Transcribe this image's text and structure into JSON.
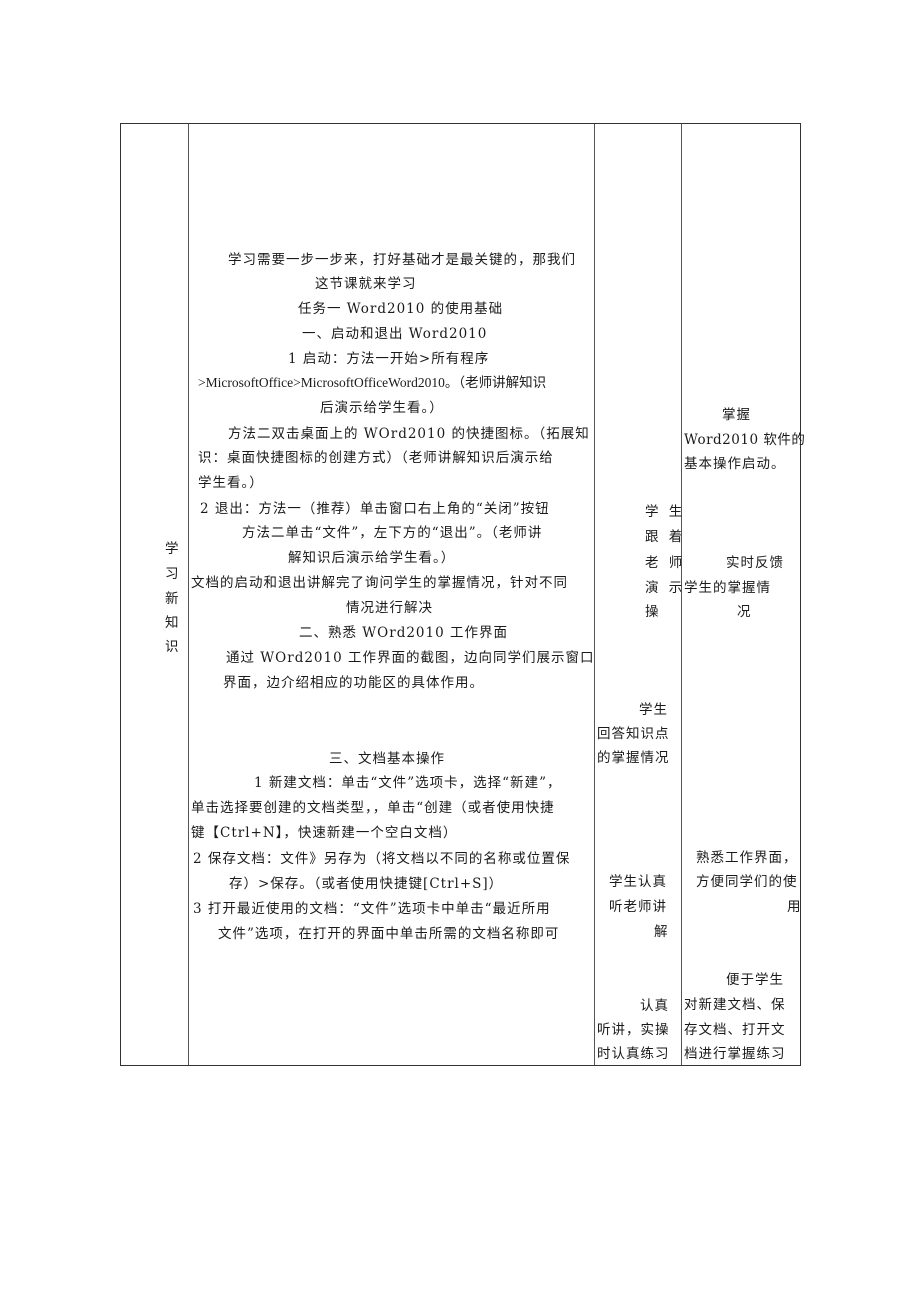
{
  "table": {
    "column1": {
      "label_chars": [
        "学",
        "习",
        "新",
        "知",
        "识"
      ]
    },
    "column2": {
      "lines": [
        "学习需要一步一步来，打好基础才是最关键的，那我们",
        "这节课就来学习",
        "任务一 Word2010 的使用基础",
        "一、启动和退出 Word2010",
        "1 启动：方法一开始>所有程序",
        ">MicrosoftOffice>MicrosoftOfficeWord2010。（老师讲解知识",
        "后演示给学生看。）",
        "方法二双击桌面上的 WOrd2010 的快捷图标。（拓展知",
        "识：桌面快捷图标的创建方式）（老师讲解知识后演示给",
        "学生看。）",
        "2 退出：方法一（推荐）单击窗口右上角的“关闭”按钮",
        "方法二单击“文件”，左下方的“退出”。（老师讲",
        "解知识后演示给学生看。）",
        "文档的启动和退出讲解完了询问学生的掌握情况，针对不同",
        "情况进行解决",
        "二、熟悉 WOrd2010 工作界面",
        "通过 WOrd2010 工作界面的截图，边向同学们展示窗口",
        "界面，边介绍相应的功能区的具体作用。",
        "三、文档基本操作",
        "1 新建文档：单击“文件”选项卡，选择“新建”，",
        "单击选择要创建的文档类型，，单击“创建（或者使用快捷",
        "键【Ctrl+N】，快速新建一个空白文档）",
        "2 保存文档：文件》另存为（将文档以不同的名称或位置保",
        "存）>保存。（或者使用快捷键[Ctrl+S]）",
        "3 打开最近使用的文档：“文件”选项卡中单击“最近所用",
        "文件”选项，在打开的界面中单击所需的文档名称即可"
      ]
    },
    "column3": {
      "blocks": [
        [
          "学 生",
          "跟 着",
          "老 师",
          "演 示",
          "操"
        ],
        [
          "学生",
          "回答知识点",
          "的掌握情况"
        ],
        [
          "学生认真",
          "听老师讲",
          "解"
        ],
        [
          "认真",
          "听讲，实操",
          "时认真练习"
        ]
      ]
    },
    "column4": {
      "blocks": [
        [
          "掌握",
          "Word2010 软件的",
          "基本操作启动。"
        ],
        [
          "实时反馈",
          "学生的掌握情",
          "况"
        ],
        [
          "熟悉工作界面，",
          "方便同学们的使",
          "用"
        ],
        [
          "便于学生",
          "对新建文档、保",
          "存文档、打开文",
          "档进行掌握练习"
        ]
      ]
    }
  }
}
